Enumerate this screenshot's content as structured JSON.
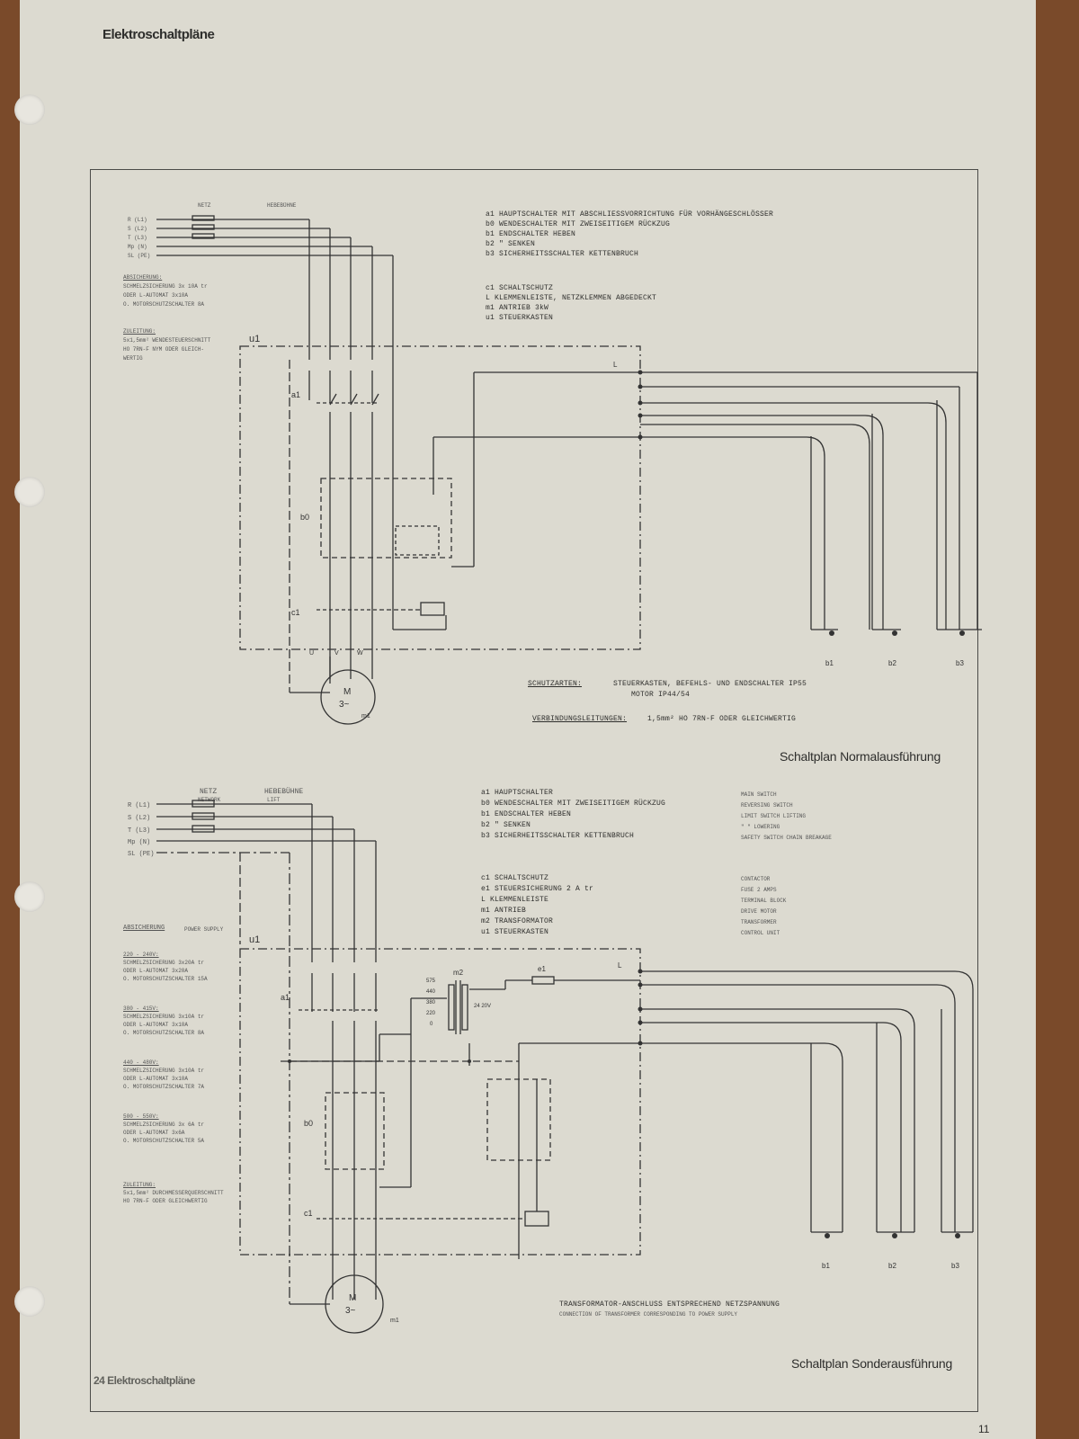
{
  "header": {
    "title": "Elektroschaltpläne"
  },
  "footer": {
    "page_label": "24 Elektroschaltpläne",
    "sheet_number": "11"
  },
  "diagram1": {
    "title": "Schaltplan Normalausführung",
    "net_label": "NETZ",
    "lift_label": "HEBEBÜHNE",
    "supply_lines": [
      "R (L1)",
      "S (L2)",
      "T (L3)",
      "Mp (N)",
      "SL (PE)"
    ],
    "note_protection": [
      "ABSICHERUNG:",
      "SCHMELZSICHERUNG 3x 10A tr",
      "ODER L-AUTOMAT 3x10A",
      "O. MOTORSCHUTZSCHALTER 8A"
    ],
    "note_supply": [
      "ZULEITUNG:",
      "5x1,5mm² WENDESTEUERSCHNITT",
      "HO 7RN-F NYM ODER GLEICH-",
      "WERTIG"
    ],
    "legend": [
      "a1  HAUPTSCHALTER MIT ABSCHLIESSVORRICHTUNG FÜR VORHÄNGESCHLÖSSER",
      "b0  WENDESCHALTER MIT ZWEISEITIGEM RÜCKZUG",
      "b1  ENDSCHALTER HEBEN",
      "b2      \"         SENKEN",
      "b3  SICHERHEITSSCHALTER KETTENBRUCH"
    ],
    "legend2": [
      "c1  SCHALTSCHUTZ",
      "L   KLEMMENLEISTE, NETZKLEMMEN ABGEDECKT",
      "m1  ANTRIEB  3kW",
      "u1  STEUERKASTEN"
    ],
    "labels": {
      "u1": "u1",
      "a1": "a1",
      "b0": "b0",
      "c1": "c1",
      "m1": "m1",
      "motor": "M",
      "motor_sub": "3~",
      "L": "L",
      "U": "U",
      "V": "V",
      "W": "W"
    },
    "limit_switches": [
      "b1",
      "b2",
      "b3"
    ],
    "protection_label": "SCHUTZARTEN:",
    "protection_text": "STEUERKASTEN, BEFEHLS- UND ENDSCHALTER IP55",
    "protection_motor": "MOTOR IP44/54",
    "connection_label": "VERBINDUNGSLEITUNGEN:",
    "connection_text": "1,5mm²  HO 7RN-F  ODER GLEICHWERTIG"
  },
  "diagram2": {
    "title": "Schaltplan Sonderausführung",
    "net_label": "NETZ",
    "net_sub": "NETWORK",
    "lift_label": "HEBEBÜHNE",
    "lift_sub": "LIFT",
    "supply_lines": [
      "R (L1)",
      "S (L2)",
      "T (L3)",
      "Mp (N)",
      "SL (PE)"
    ],
    "legend": [
      "a1  HAUPTSCHALTER",
      "b0  WENDESCHALTER MIT ZWEISEITIGEM RÜCKZUG",
      "b1  ENDSCHALTER HEBEN",
      "b2      \"         SENKEN",
      "b3  SICHERHEITSSCHALTER KETTENBRUCH"
    ],
    "legend_en": [
      "MAIN SWITCH",
      "REVERSING SWITCH",
      "LIMIT SWITCH LIFTING",
      "  \"     \"   LOWERING",
      "SAFETY SWITCH CHAIN BREAKAGE"
    ],
    "legend2": [
      "c1  SCHALTSCHUTZ",
      "e1  STEUERSICHERUNG    2 A tr",
      "L   KLEMMENLEISTE",
      "m1  ANTRIEB",
      "m2  TRANSFORMATOR",
      "u1  STEUERKASTEN"
    ],
    "legend2_en": [
      "CONTACTOR",
      "FUSE   2 AMPS",
      "TERMINAL BLOCK",
      "DRIVE MOTOR",
      "TRANSFORMER",
      "CONTROL UNIT"
    ],
    "power_label": "ABSICHERUNG",
    "power_label_en": "POWER SUPPLY",
    "fuse_notes": [
      [
        "220 - 240V:",
        "SCHMELZSICHERUNG 3x20A tr",
        "ODER L-AUTOMAT 3x20A",
        "O. MOTORSCHUTZSCHALTER 15A"
      ],
      [
        "380 - 415V:",
        "SCHMELZSICHERUNG 3x10A tr",
        "ODER L-AUTOMAT 3x10A",
        "O. MOTORSCHUTZSCHALTER 8A"
      ],
      [
        "440 - 480V:",
        "SCHMELZSICHERUNG 3x10A tr",
        "ODER L-AUTOMAT 3x10A",
        "O. MOTORSCHUTZSCHALTER 7A"
      ],
      [
        "500 - 550V:",
        "SCHMELZSICHERUNG 3x 6A tr",
        "ODER L-AUTOMAT 3x6A",
        "O. MOTORSCHUTZSCHALTER 5A"
      ]
    ],
    "supply_note": [
      "ZULEITUNG:",
      "5x1,5mm² DURCHMESSERQUERSCHNITT",
      "HO 7RN-F ODER GLEICHWERTIG"
    ],
    "taps": [
      "575",
      "440",
      "380",
      "220",
      "0"
    ],
    "secondary": "24   20V",
    "labels": {
      "u1": "u1",
      "a1": "a1",
      "b0": "b0",
      "c1": "c1",
      "m1": "m1",
      "m2": "m2",
      "e1": "e1",
      "motor": "M",
      "motor_sub": "3~",
      "L": "L"
    },
    "limit_switches": [
      "b1",
      "b2",
      "b3"
    ],
    "footnote": "TRANSFORMATOR-ANSCHLUSS ENTSPRECHEND NETZSPANNUNG",
    "footnote_en": "CONNECTION OF TRANSFORMER CORRESPONDING TO POWER SUPPLY"
  }
}
